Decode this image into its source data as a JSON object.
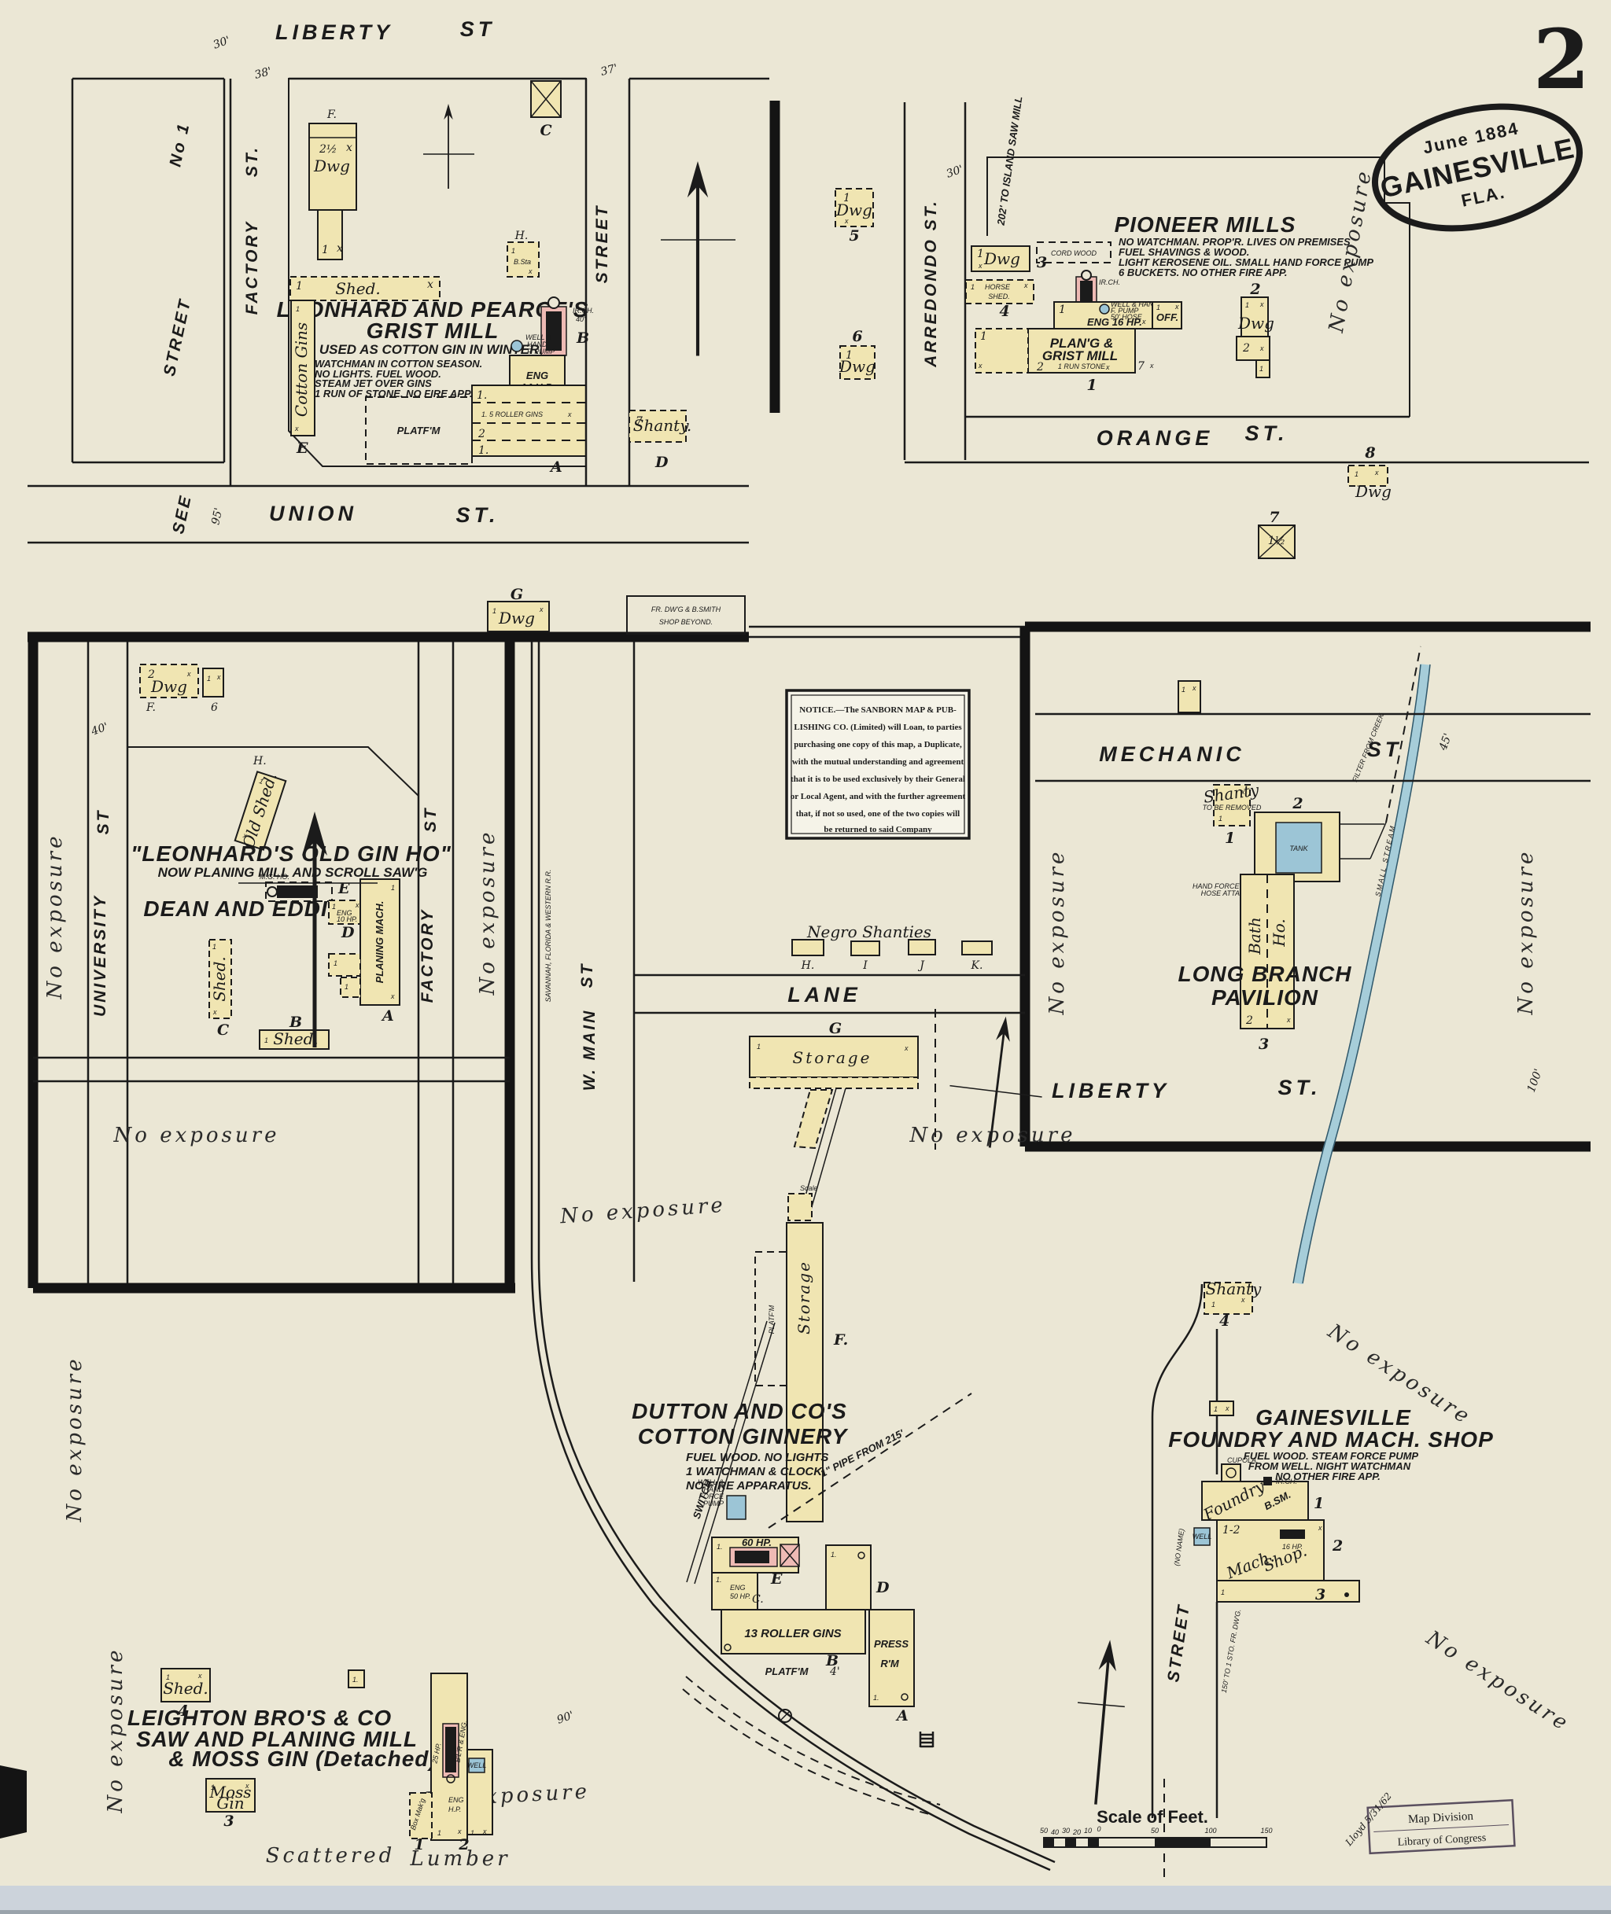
{
  "page": {
    "number": "2"
  },
  "badge": {
    "date": "June 1884",
    "city": "GAINESVILLE",
    "state": "FLA."
  },
  "notice": {
    "l1": "NOTICE.—The SANBORN MAP & PUB-",
    "l2": "LISHING CO. (Limited) will Loan, to parties",
    "l3": "purchasing one copy of this map, a Duplicate,",
    "l4": "with the mutual understanding and agreement",
    "l5": "that it is to be used exclusively by their General",
    "l6": "or Local Agent, and with the further agreement",
    "l7": "that, if not so used, one of the two copies will",
    "l8": "be returned to said Company"
  },
  "com": {
    "noexp": "No exposure",
    "dwg": "Dwg",
    "shed": "Shed.",
    "one": "1",
    "onedot": "1.",
    "x": "x",
    "two": "2",
    "three": "3",
    "four": "4",
    "five": "5",
    "six": "6",
    "seven": "7",
    "eight": "8",
    "a": "A",
    "b": "B",
    "c": "C",
    "cdot": "C.",
    "d": "D",
    "e": "E",
    "f": "F.",
    "g": "G",
    "h": "H.",
    "i": "I",
    "j": "J",
    "k": "K.",
    "half": "2½",
    "sthalf": "1½",
    "irch": "IR.CH.",
    "platform": "PLATF'M",
    "storage": "Storage",
    "well": "WELL",
    "st": "ST.",
    "stp": "ST"
  },
  "tl": {
    "liberty": "LIBERTY",
    "st": "ST",
    "w30": "30'",
    "w38": "38'",
    "w37": "37'",
    "w95": "95'",
    "no1": "No 1",
    "street": "STREET",
    "see": "SEE",
    "factory": "FACTORY",
    "union": "UNION",
    "t1": "LEONHARD AND PEARCE'S",
    "t2": "GRIST MILL",
    "n0": "USED AS COTTON GIN IN WINTER.",
    "n1": "WATCHMAN IN COTTON SEASON.",
    "n2": "NO LIGHTS. FUEL WOOD.",
    "n3": "STEAM JET OVER GINS",
    "n4": "1 RUN OF STONE. NO FIRE APP.",
    "cgins": "Cotton Gins",
    "eng": "ENG",
    "hp14": "14 H.P.",
    "rollers": "1.  5 ROLLER GINS",
    "bsta": "B.Sta",
    "ch40": "40'",
    "wellA": "WELL &",
    "wellB": "HAND",
    "wellC": "F. PUMP",
    "shanty": "Shanty.",
    "noteA": "FR. DW'G & B.SMITH",
    "noteB": "SHOP BEYOND."
  },
  "tr": {
    "arred": "ARREDONDO ST.",
    "w30": "30'",
    "island": "202' TO ISLAND SAW MILL",
    "title": "PIONEER MILLS",
    "n1": "NO WATCHMAN. PROP'R. LIVES ON PREMISES",
    "n2": "FUEL SHAVINGS & WOOD.",
    "n3": "LIGHT KEROSENE OIL. SMALL HAND FORCE PUMP",
    "n4": "6 BUCKETS. NO OTHER FIRE APP.",
    "cord": "CORD WOOD",
    "horse1": "HORSE",
    "horse2": "SHED.",
    "wellA": "WELL & HAND",
    "wellB": "F. PUMP",
    "wellC": "50' HOSE",
    "eng16": "ENG 16 HP.",
    "off": "OFF.",
    "m1": "PLAN'G &",
    "m2": "GRIST MILL",
    "m3": "1 RUN STONE",
    "orange": "ORANGE"
  },
  "ml": {
    "w40": "40'",
    "univ": "UNIVERSITY",
    "fact": "FACTORY",
    "oldshed": "Old Shed.",
    "t1": "\"LEONHARD'S OLD GIN HO\"",
    "t2": "NOW PLANING MILL AND SCROLL SAW'G",
    "t3": "DEAN AND EDDINS",
    "mg": "M.G. HO.",
    "eng": "ENG",
    "hp10": "10 HP.",
    "planing": "PLANING MACH."
  },
  "mc": {
    "rr": "SAVANNAH, FLORIDA & WESTERN R.R.",
    "wmain": "W. MAIN",
    "negro": "Negro Shanties",
    "lane": "LANE",
    "scale": "Scale",
    "switch": "SWITCH",
    "pipe": "1\" PIPE FROM 215'",
    "w90": "90'"
  },
  "mr": {
    "mech": "MECHANIC",
    "w45": "45'",
    "w100": "100'",
    "filter": "FILTER FROM CREEK",
    "stream": "SMALL STREAM",
    "shanty": "Shanty",
    "removed": "TO BE REMOVED",
    "tank": "TANK",
    "pumpA": "HAND FORCE PUMP",
    "pumpB": "HOSE ATTACHED.",
    "bath1": "Bath",
    "bath2": "Ho.",
    "t1": "LONG BRANCH",
    "t2": "PAVILION",
    "liberty": "LIBERTY"
  },
  "bc": {
    "t1": "DUTTON AND CO'S",
    "t2": "COTTON GINNERY",
    "n1": "FUEL WOOD.   NO LIGHTS",
    "n2": "1 WATCHMAN & CLOCK.",
    "n3": "NO FIRE APPARATUS.",
    "hp60": "60 HP.",
    "eng": "ENG",
    "hp50": "50 HP.",
    "gins": "13 ROLLER GINS",
    "press1": "PRESS",
    "press2": "R'M",
    "p4": "4'",
    "wellA": "WELL &",
    "wellB": "HAND",
    "wellC": "FORCE",
    "wellD": "PUMP"
  },
  "br": {
    "street": "STREET",
    "noname": "(NO NAME)",
    "dist": "150' TO 1 STO. FR. DW'G.",
    "t1": "GAINESVILLE",
    "t2": "FOUNDRY AND MACH. SHOP",
    "n1": "FUEL WOOD. STEAM FORCE PUMP",
    "n2": "FROM WELL. NIGHT WATCHMAN",
    "n3": "NO OTHER FIRE APP.",
    "cupola": "CUPOLA.",
    "foundry": "Foundry",
    "bsm": "B.SM.",
    "hp16": "16 HP.",
    "mach1": "Mach.",
    "mach2": "Shop.",
    "onetwo": "1-2"
  },
  "bl": {
    "t1": "LEIGHTON BRO'S & CO",
    "t2": "SAW AND PLANING MILL",
    "t3": "& MOSS GIN (Detached)",
    "moss1": "Moss",
    "moss2": "Gin",
    "hp25": "25 HP.",
    "blr": "B'L'R & ENG.",
    "eng": "ENG",
    "hp": "H.P.",
    "box": "Box Mak'g",
    "scattered": "Scattered",
    "lumber": "Lumber"
  },
  "sb": {
    "title": "Scale of Feet.",
    "t50l": "50",
    "t40": "40",
    "t30": "30",
    "t20": "20",
    "t10": "10",
    "t0": "0",
    "t50r": "50",
    "t100": "100",
    "t150": "150"
  },
  "stamp": {
    "l1": "Map Division",
    "l2": "Library of Congress",
    "sig": "Lloyd 5/31/62"
  }
}
